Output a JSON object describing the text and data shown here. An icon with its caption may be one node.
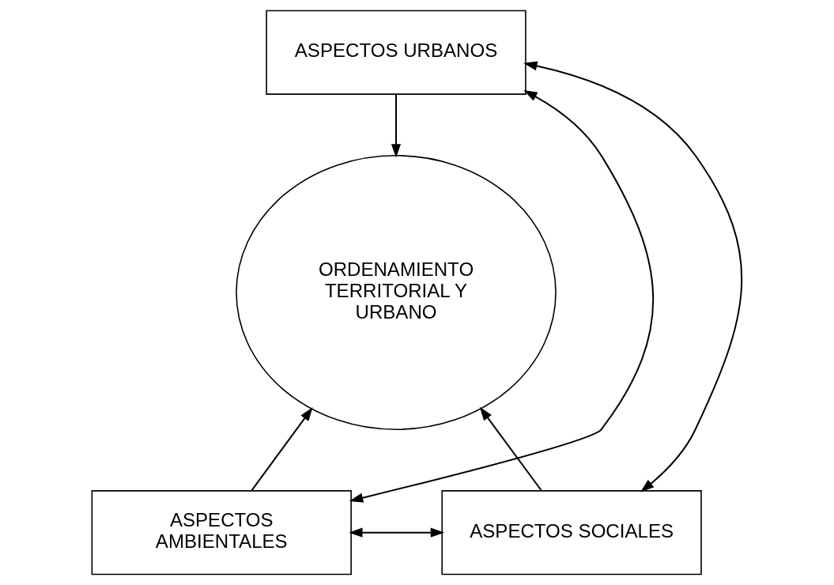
{
  "diagram": {
    "nodes": [
      {
        "text": [
          "ASPECTOS URBANOS"
        ]
      },
      {
        "text": [
          "ORDENAMIENTO TERRITORIAL Y URBANO"
        ]
      },
      {
        "text": [
          "ASPECTOS AMBIENTALES"
        ]
      },
      {
        "text": [
          "ASPECTOS SOCIALES"
        ]
      }
    ],
    "edges": [
      {
        "from": 0,
        "to": 1,
        "arrow": "to"
      },
      {
        "from": 0,
        "to": 2,
        "arrow": "both"
      },
      {
        "from": 0,
        "to": 3,
        "arrow": "both"
      },
      {
        "from": 2,
        "to": 1,
        "arrow": "to"
      },
      {
        "from": 3,
        "to": 1,
        "arrow": "to"
      },
      {
        "from": 2,
        "to": 3,
        "arrow": "both"
      }
    ]
  }
}
